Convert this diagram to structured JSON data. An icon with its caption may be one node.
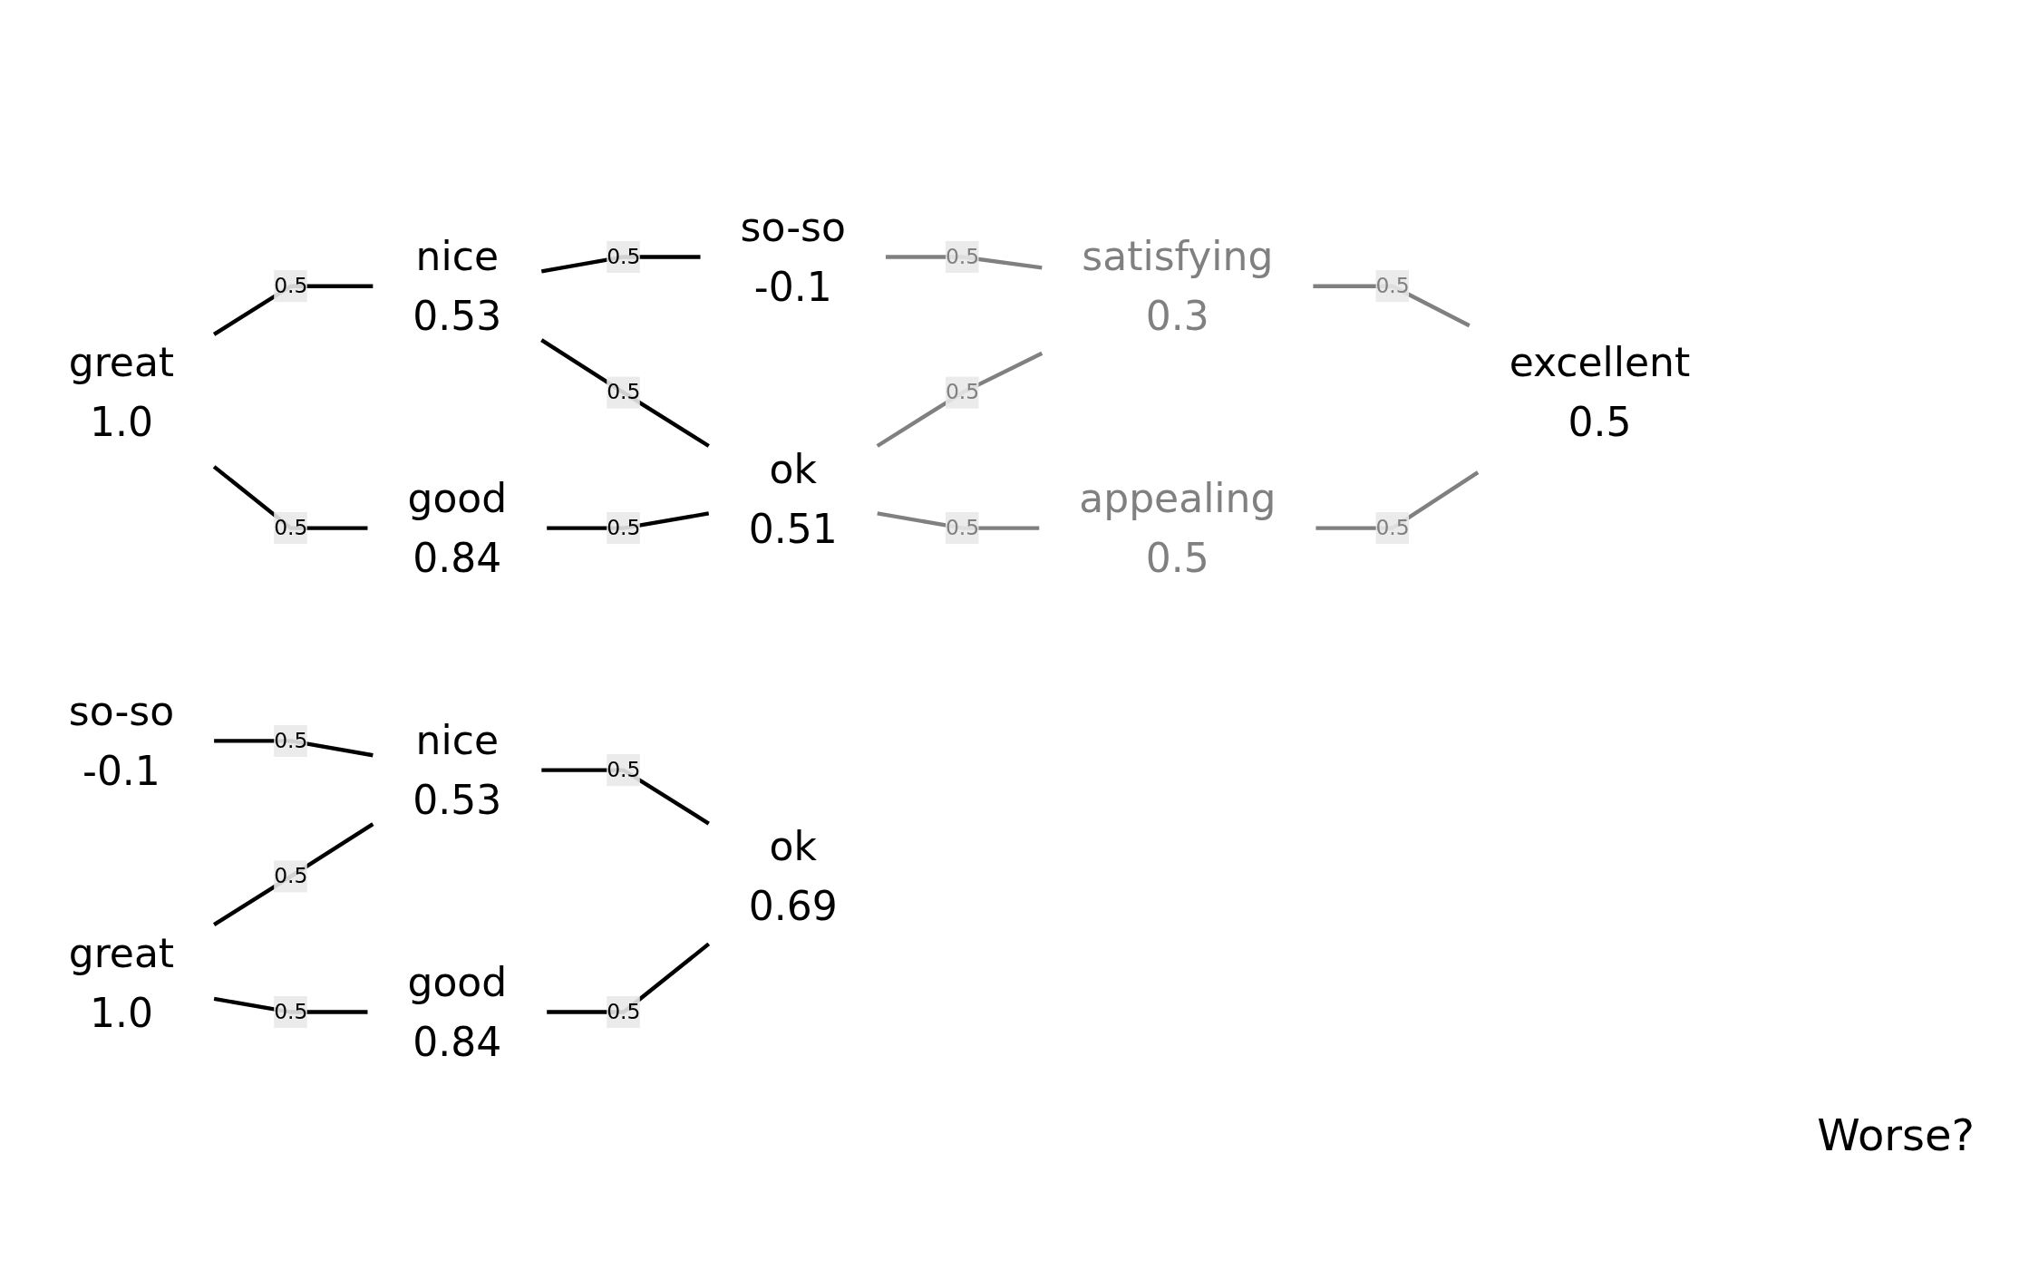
{
  "diagram": {
    "nodes": [
      {
        "text": [
          "great"
        ],
        "beside": [
          "1.0"
        ]
      },
      {
        "text": [
          "nice"
        ],
        "beside": [
          "0.53"
        ]
      },
      {
        "text": [
          "so-so"
        ],
        "beside": [
          "-0.1"
        ]
      },
      {
        "text": [
          "good"
        ],
        "beside": [
          "0.84"
        ]
      },
      {
        "text": [
          "ok"
        ],
        "beside": [
          "0.51"
        ]
      },
      {
        "text": [
          "satisfying"
        ],
        "beside": [
          "0.3"
        ]
      },
      {
        "text": [
          "appealing"
        ],
        "beside": [
          "0.5"
        ]
      },
      {
        "text": [
          "excellent"
        ],
        "beside": [
          "0.5"
        ]
      },
      {
        "text": [
          "so-so"
        ],
        "beside": [
          "-0.1"
        ]
      },
      {
        "text": [
          "great"
        ],
        "beside": [
          "1.0"
        ]
      },
      {
        "text": [
          "nice"
        ],
        "beside": [
          "0.53"
        ]
      },
      {
        "text": [
          "good"
        ],
        "beside": [
          "0.84"
        ]
      },
      {
        "text": [
          "ok"
        ],
        "beside": [
          "0.69"
        ]
      }
    ],
    "edges": [
      {
        "from": 0,
        "to": 1,
        "arrow": "none",
        "label": "0.5"
      },
      {
        "from": 1,
        "to": 2,
        "arrow": "none",
        "label": "0.5"
      },
      {
        "from": 0,
        "to": 3,
        "arrow": "none",
        "label": "0.5"
      },
      {
        "from": 1,
        "to": 4,
        "arrow": "none",
        "label": "0.5"
      },
      {
        "from": 3,
        "to": 4,
        "arrow": "none",
        "label": "0.5"
      },
      {
        "from": 2,
        "to": 5,
        "arrow": "none",
        "label": "0.5",
        "color": "#808080"
      },
      {
        "from": 4,
        "to": 5,
        "arrow": "none",
        "label": "0.5",
        "color": "#808080"
      },
      {
        "from": 5,
        "to": 7,
        "arrow": "none",
        "label": "0.5",
        "color": "#808080"
      },
      {
        "from": 4,
        "to": 6,
        "arrow": "none",
        "label": "0.5",
        "color": "#808080"
      },
      {
        "from": 6,
        "to": 7,
        "arrow": "none",
        "label": "0.5",
        "color": "#808080"
      },
      {
        "from": 8,
        "to": 10,
        "arrow": "none",
        "label": "0.5"
      },
      {
        "from": 9,
        "to": 10,
        "arrow": "none",
        "label": "0.5"
      },
      {
        "from": 9,
        "to": 11,
        "arrow": "none",
        "label": "0.5"
      },
      {
        "from": 10,
        "to": 12,
        "arrow": "none",
        "label": "0.5"
      },
      {
        "from": 11,
        "to": 12,
        "arrow": "none",
        "label": "0.5"
      }
    ],
    "labels": [
      "Worse?"
    ]
  }
}
